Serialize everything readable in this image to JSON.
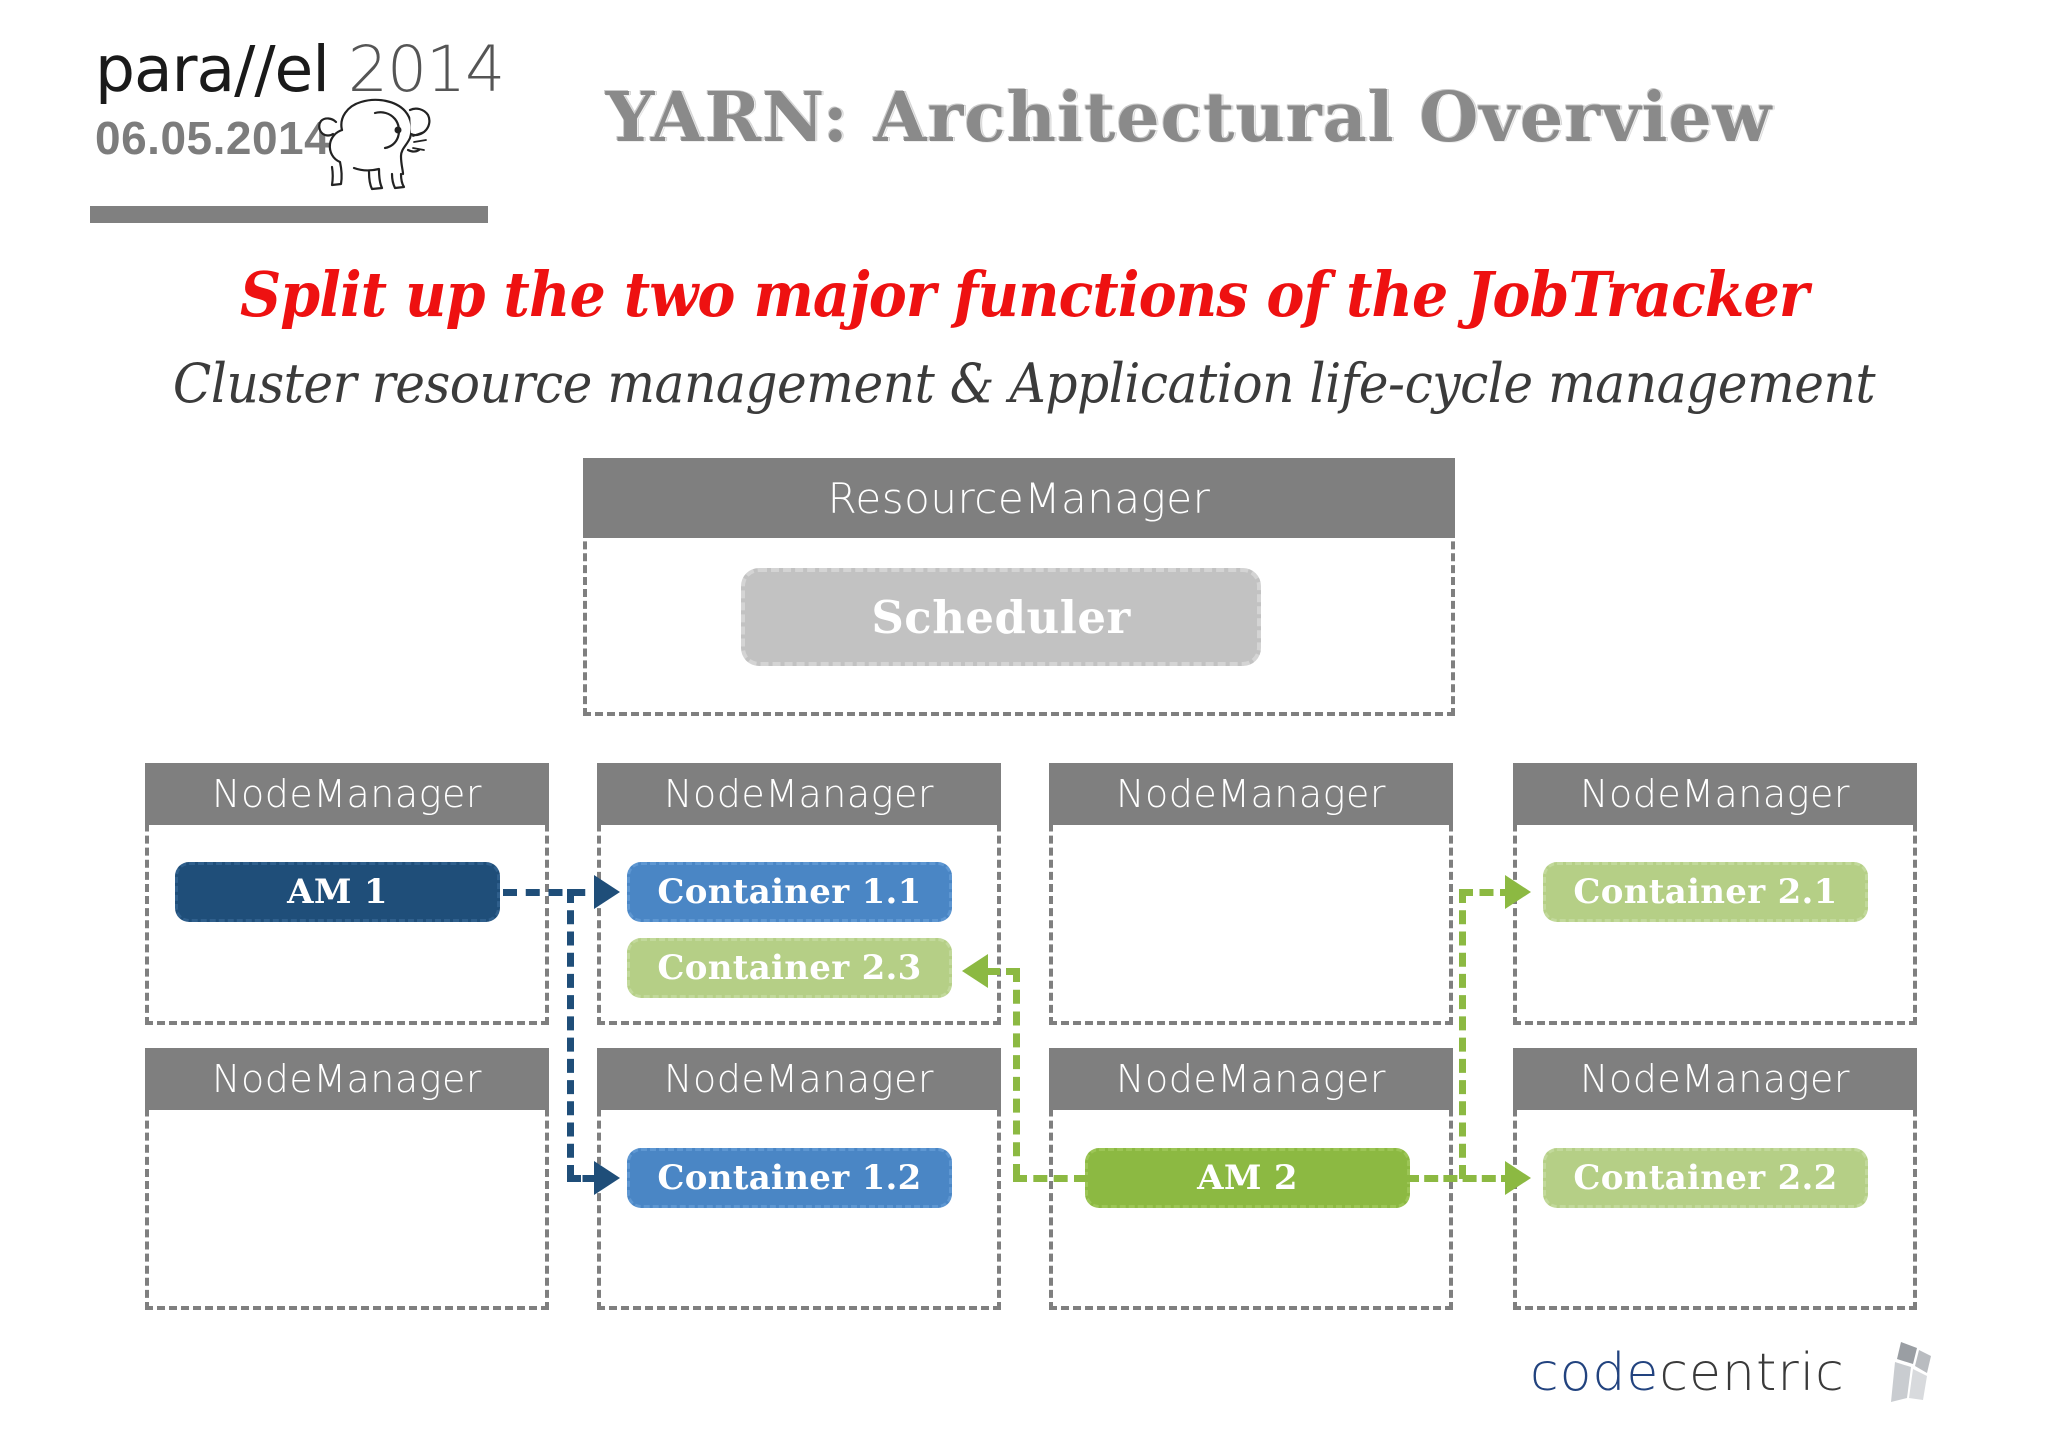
{
  "brand": {
    "name_main": "para//el",
    "name_year": "2014",
    "date": "06.05.2014",
    "elephant_icon": "hadoop-elephant-icon"
  },
  "slide": {
    "title": "YARN: Architectural Overview",
    "headline": "Split up the two major functions of the JobTracker",
    "subheadline": "Cluster resource management  & Application life-cycle management"
  },
  "colors": {
    "header_gray": "#7f7f7f",
    "scheduler_gray": "#c2c2c2",
    "am1_blue": "#1f4e79",
    "container_blue": "#4a86c5",
    "am2_green": "#8cb942",
    "container_green": "#b5cf86",
    "headline_red": "#ee1111",
    "logo_blue": "#22437f"
  },
  "resource_manager": {
    "title": "ResourceManager",
    "scheduler": "Scheduler"
  },
  "node_manager_label": "NodeManager",
  "nodes": [
    {
      "id": "nm-r1c1",
      "header": "NodeManager",
      "chips": [
        {
          "label": "AM 1",
          "kind": "am1"
        }
      ]
    },
    {
      "id": "nm-r1c2",
      "header": "NodeManager",
      "chips": [
        {
          "label": "Container 1.1",
          "kind": "c-blue"
        },
        {
          "label": "Container 2.3",
          "kind": "c-greenlt"
        }
      ]
    },
    {
      "id": "nm-r1c3",
      "header": "NodeManager",
      "chips": []
    },
    {
      "id": "nm-r1c4",
      "header": "NodeManager",
      "chips": [
        {
          "label": "Container 2.1",
          "kind": "c-greenlt"
        }
      ]
    },
    {
      "id": "nm-r2c1",
      "header": "NodeManager",
      "chips": []
    },
    {
      "id": "nm-r2c2",
      "header": "NodeManager",
      "chips": [
        {
          "label": "Container 1.2",
          "kind": "c-blue"
        }
      ]
    },
    {
      "id": "nm-r2c3",
      "header": "NodeManager",
      "chips": [
        {
          "label": "AM 2",
          "kind": "am2"
        }
      ]
    },
    {
      "id": "nm-r2c4",
      "header": "NodeManager",
      "chips": [
        {
          "label": "Container 2.2",
          "kind": "c-greenlt"
        }
      ]
    }
  ],
  "connections": [
    {
      "from": "AM 1",
      "to": "Container 1.1",
      "color": "#1f4e79"
    },
    {
      "from": "AM 1",
      "to": "Container 1.2",
      "color": "#1f4e79"
    },
    {
      "from": "AM 2",
      "to": "Container 2.1",
      "color": "#8cb942"
    },
    {
      "from": "AM 2",
      "to": "Container 2.2",
      "color": "#8cb942"
    },
    {
      "from": "AM 2",
      "to": "Container 2.3",
      "color": "#8cb942"
    }
  ],
  "logo": {
    "part_a": "code",
    "part_b": "centric",
    "mark": "codecentric-mark-icon"
  }
}
